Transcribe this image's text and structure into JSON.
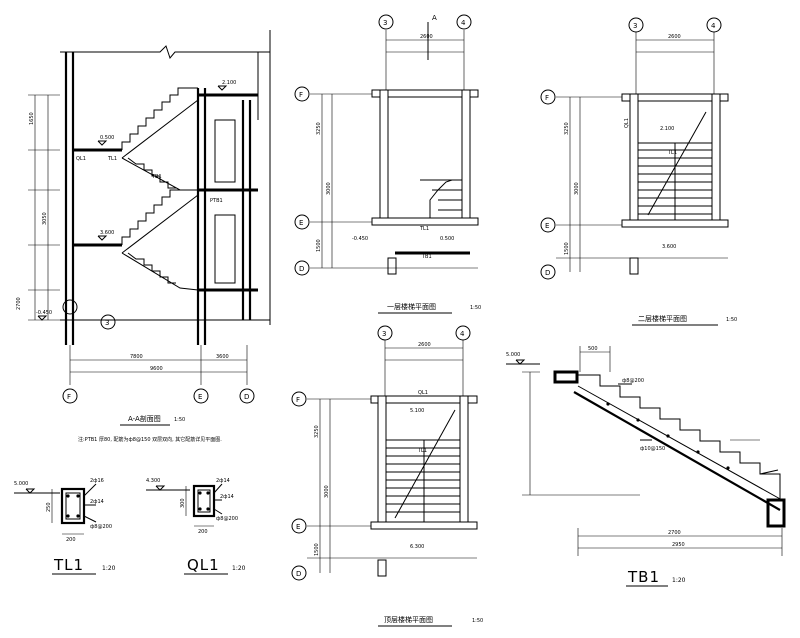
{
  "section": {
    "title": "A-A剖面图",
    "scale": "1:50",
    "note": "注:PTB1 厚80, 配筋为ф8@150 双层双向, 其它配筋详见平面图.",
    "axes": [
      "F",
      "E",
      "D"
    ],
    "axis_ref": "3",
    "dims_bottom": [
      "7800",
      "3600"
    ],
    "dims_total": "9600",
    "dims_left": [
      "1650",
      "3050",
      "2700"
    ],
    "elevations": [
      "0.500",
      "2.100",
      "3.600",
      "-0.450"
    ],
    "labels": [
      "QL1",
      "TL1",
      "TB1",
      "PTB1"
    ]
  },
  "plan1": {
    "title": "一层楼梯平面图",
    "scale": "1:50",
    "axes_top": [
      "3",
      "4"
    ],
    "axes_side": [
      "F",
      "E",
      "D"
    ],
    "dim_top": "2600",
    "section_mark": "A",
    "dims_side": [
      "3250",
      "3000",
      "1500"
    ],
    "elevations": [
      "-0.450",
      "0.500"
    ],
    "labels": [
      "TL1",
      "TB1"
    ]
  },
  "plan2": {
    "title": "二层楼梯平面图",
    "scale": "1:50",
    "axes_top": [
      "3",
      "4"
    ],
    "axes_side": [
      "F",
      "E",
      "D"
    ],
    "dim_top": "2600",
    "dims_side": [
      "3250",
      "3000",
      "1500"
    ],
    "elevations": [
      "2.100",
      "3.600"
    ],
    "labels": [
      "QL1",
      "TL1"
    ]
  },
  "plan3": {
    "title": "顶层楼梯平面图",
    "scale": "1:50",
    "axes_top": [
      "3",
      "4"
    ],
    "axes_side": [
      "F",
      "E",
      "D"
    ],
    "dim_top": "2600",
    "dims_side": [
      "3250",
      "3000",
      "1500"
    ],
    "elevations": [
      "5.100",
      "6.300"
    ],
    "labels": [
      "QL1",
      "TL1"
    ]
  },
  "details": {
    "tl1": {
      "title": "TL1",
      "scale": "1:20",
      "elev": "5.000",
      "width": "200",
      "height": "250",
      "rebar": [
        "2ф16",
        "2ф14",
        "ф8@200"
      ]
    },
    "ql1": {
      "title": "QL1",
      "scale": "1:20",
      "elev": "4.300",
      "width": "200",
      "height": "300",
      "rebar": [
        "2ф14",
        "2ф14",
        "ф8@200"
      ]
    },
    "tb1": {
      "title": "TB1",
      "scale": "1:20",
      "elev": "5.000",
      "top_dim": "500",
      "rebar": [
        "ф8@200",
        "ф10@150"
      ],
      "bottom_dim": "2700",
      "span": "2950"
    }
  }
}
